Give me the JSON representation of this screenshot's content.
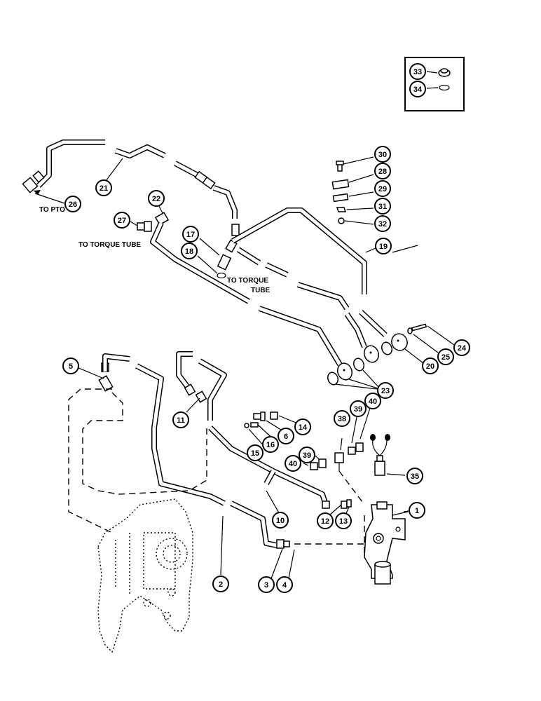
{
  "labels": {
    "to_pto": "TO PTO",
    "to_torque_tube_left": "TO TORQUE TUBE",
    "to_torque_tube_right_1": "TO TORQUE",
    "to_torque_tube_right_2": "TUBE"
  },
  "callouts": {
    "c1": "1",
    "c2": "2",
    "c3": "3",
    "c4": "4",
    "c5": "5",
    "c6": "6",
    "c10": "10",
    "c11": "11",
    "c12": "12",
    "c13": "13",
    "c14": "14",
    "c15": "15",
    "c16": "16",
    "c17": "17",
    "c18": "18",
    "c19": "19",
    "c20": "20",
    "c21": "21",
    "c22": "22",
    "c23": "23",
    "c24": "24",
    "c25": "25",
    "c26": "26",
    "c27": "27",
    "c28": "28",
    "c29": "29",
    "c30": "30",
    "c31": "31",
    "c32": "32",
    "c33": "33",
    "c34": "34",
    "c35": "35",
    "c38": "38",
    "c39a": "39",
    "c39b": "39",
    "c40a": "40",
    "c40b": "40"
  }
}
